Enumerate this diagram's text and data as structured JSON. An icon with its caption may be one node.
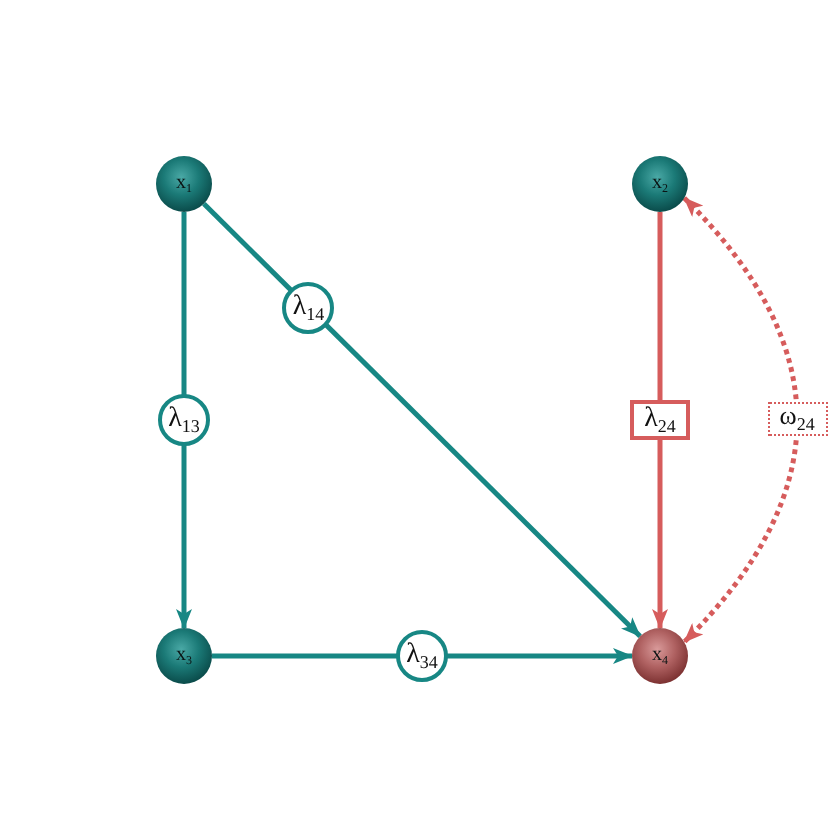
{
  "diagram": {
    "nodes": [
      {
        "text": [
          "x$_{1}$"
        ]
      },
      {
        "text": [
          "x$_{2}$"
        ]
      },
      {
        "text": [
          "x$_{3}$"
        ]
      },
      {
        "text": [
          "x$_{4}$"
        ]
      }
    ],
    "edges": [
      {
        "from": 0,
        "to": 2,
        "arrow": "to",
        "label": "λ$_{13}$"
      },
      {
        "from": 0,
        "to": 3,
        "arrow": "to",
        "label": "λ$_{14}$"
      },
      {
        "from": 1,
        "to": 3,
        "arrow": "to",
        "label": "λ$_{24}$",
        "color": "#d65c5c"
      },
      {
        "from": 2,
        "to": 3,
        "arrow": "to",
        "label": "λ$_{34}$"
      },
      {
        "from": 1,
        "to": 3,
        "arrow": "both",
        "label": "ω$_{24}$",
        "style": "dashed",
        "color": "#d65c5c"
      }
    ]
  }
}
